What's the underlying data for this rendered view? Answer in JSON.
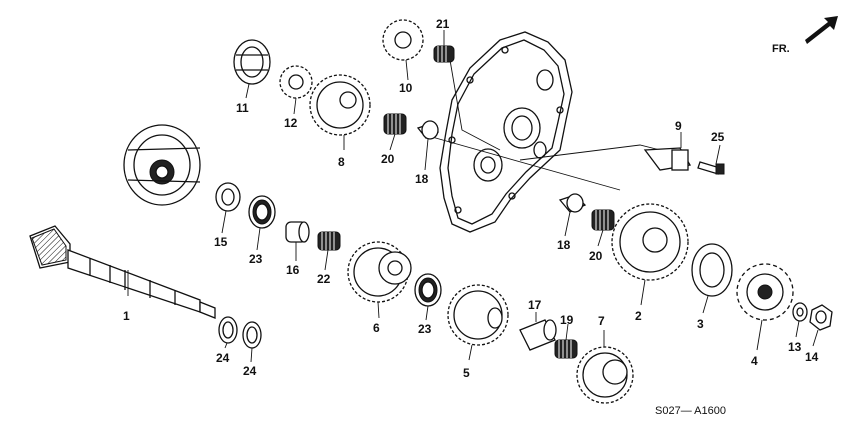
{
  "diagram": {
    "code": "S027— A1600",
    "direction_label": "FR.",
    "parts": [
      {
        "id": "p1",
        "label": "1"
      },
      {
        "id": "p2",
        "label": "2"
      },
      {
        "id": "p3",
        "label": "3"
      },
      {
        "id": "p4",
        "label": "4"
      },
      {
        "id": "p5",
        "label": "5"
      },
      {
        "id": "p6",
        "label": "6"
      },
      {
        "id": "p7",
        "label": "7"
      },
      {
        "id": "p8",
        "label": "8"
      },
      {
        "id": "p9",
        "label": "9"
      },
      {
        "id": "p10",
        "label": "10"
      },
      {
        "id": "p11",
        "label": "11"
      },
      {
        "id": "p12",
        "label": "12"
      },
      {
        "id": "p13",
        "label": "13"
      },
      {
        "id": "p14",
        "label": "14"
      },
      {
        "id": "p15",
        "label": "15"
      },
      {
        "id": "p16",
        "label": "16"
      },
      {
        "id": "p17",
        "label": "17"
      },
      {
        "id": "p18a",
        "label": "18"
      },
      {
        "id": "p18b",
        "label": "18"
      },
      {
        "id": "p19",
        "label": "19"
      },
      {
        "id": "p20a",
        "label": "20"
      },
      {
        "id": "p20b",
        "label": "20"
      },
      {
        "id": "p21",
        "label": "21"
      },
      {
        "id": "p22",
        "label": "22"
      },
      {
        "id": "p23a",
        "label": "23"
      },
      {
        "id": "p23b",
        "label": "23"
      },
      {
        "id": "p24a",
        "label": "24"
      },
      {
        "id": "p24b",
        "label": "24"
      },
      {
        "id": "p25",
        "label": "25"
      }
    ]
  }
}
